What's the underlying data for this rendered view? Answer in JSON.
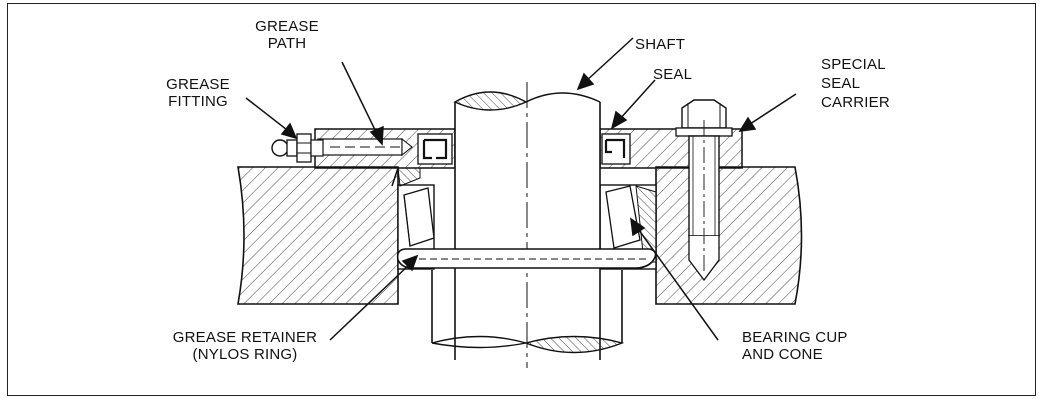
{
  "labels": {
    "grease_path": [
      "GREASE",
      "PATH"
    ],
    "grease_fitting": [
      "GREASE",
      "FITTING"
    ],
    "shaft": [
      "SHAFT"
    ],
    "seal": [
      "SEAL"
    ],
    "special_seal_carrier": [
      "SPECIAL",
      "SEAL",
      "CARRIER"
    ],
    "grease_retainer": [
      "GREASE RETAINER",
      "(NYLOS RING)"
    ],
    "bearing_cup_cone": [
      "BEARING CUP",
      "AND CONE"
    ]
  },
  "colors": {
    "line": "#111111",
    "hatch": "#333333"
  }
}
